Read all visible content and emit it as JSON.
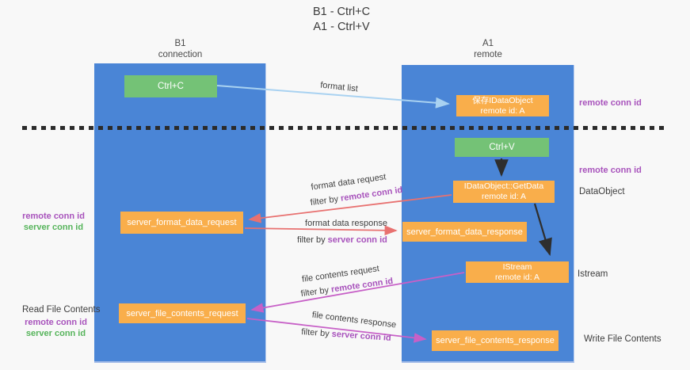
{
  "title": {
    "line1": "B1 - Ctrl+C",
    "line2": "A1 - Ctrl+V"
  },
  "columns": {
    "b1": {
      "header_line1": "B1",
      "header_line2": "connection"
    },
    "a1": {
      "header_line1": "A1",
      "header_line2": "remote"
    }
  },
  "boxes": {
    "ctrl_c": "Ctrl+C",
    "ctrl_v": "Ctrl+V",
    "save_dataobject": {
      "line1": "保存IDataObject",
      "line2": "remote id: A"
    },
    "getdata": {
      "line1": "IDataObject::GetData",
      "line2": "remote id: A"
    },
    "istream": {
      "line1": "IStream",
      "line2": "remote id: A"
    },
    "format_request": "server_format_data_request",
    "format_response": "server_format_data_response",
    "file_request": "server_file_contents_request",
    "file_response": "server_file_contents_response"
  },
  "arrow_labels": {
    "format_list": "format list",
    "format_data_request": "format data request",
    "format_data_response": "format data response",
    "file_contents_request": "file contents request",
    "file_contents_response": "file contents response",
    "filter_by": "filter by ",
    "remote_conn_id": "remote conn id",
    "server_conn_id": "server conn id"
  },
  "side_labels": {
    "left_remote_conn_id": "remote conn id",
    "left_server_conn_id": "server conn id",
    "read_file_contents": "Read File Contents",
    "write_file_contents": "Write File Contents",
    "right_remote_conn_id_top": "remote conn id",
    "right_remote_conn_id_mid": "remote conn id",
    "dataobject": "DataObject",
    "istream": "Istream"
  },
  "colors": {
    "column_blue": "#4a85d6",
    "box_orange": "#f9ae4b",
    "box_green": "#74c276",
    "arrow_lightblue": "#a9d2f1",
    "arrow_red": "#e87170",
    "arrow_magenta": "#c760c7",
    "arrow_black": "#2e2e2e",
    "text_purple": "#a853bc",
    "text_green": "#56b45b"
  }
}
